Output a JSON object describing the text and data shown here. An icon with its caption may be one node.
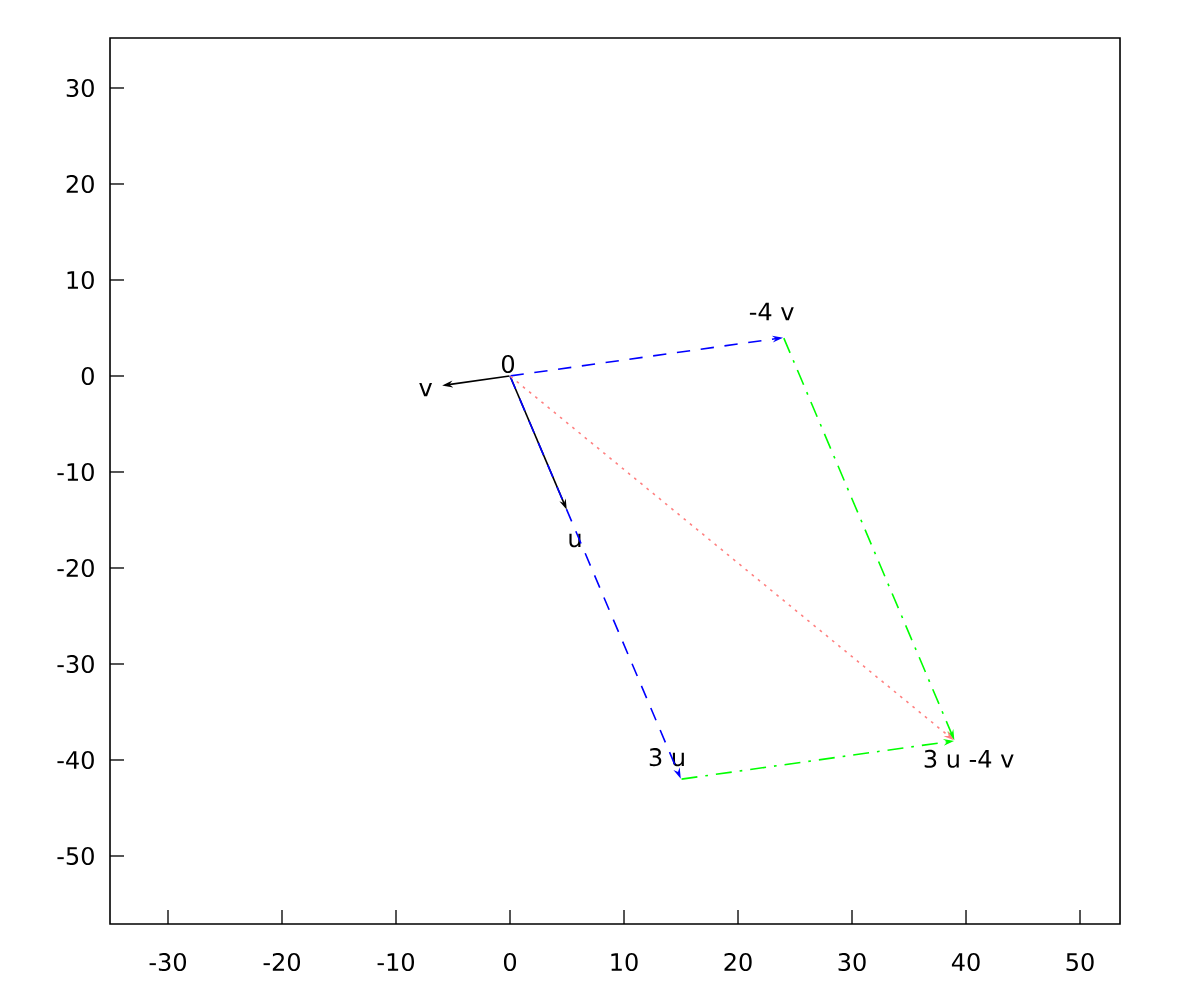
{
  "diagram": {
    "nodes": [
      {
        "text": [
          "0"
        ]
      },
      {
        "text": [
          "v"
        ]
      },
      {
        "text": [
          "u"
        ]
      },
      {
        "text": [
          "-4 v"
        ]
      },
      {
        "text": [
          "3 u"
        ]
      },
      {
        "text": [
          "3 u -4 v"
        ]
      }
    ],
    "edges": [
      {
        "from": 0,
        "to": 2,
        "arrow": "to",
        "color": "#000000"
      },
      {
        "from": 0,
        "to": 1,
        "arrow": "to",
        "color": "#000000"
      },
      {
        "from": 0,
        "to": 3,
        "arrow": "to",
        "style": "dashed",
        "color": "#0000ff"
      },
      {
        "from": 0,
        "to": 4,
        "arrow": "to",
        "style": "dashed",
        "color": "#0000ff"
      },
      {
        "from": 3,
        "to": 5,
        "arrow": "to",
        "style": "dashed",
        "color": "#00ff00"
      },
      {
        "from": 4,
        "to": 5,
        "arrow": "to",
        "style": "dashed",
        "color": "#00ff00"
      },
      {
        "from": 0,
        "to": 5,
        "arrow": "to",
        "style": "dashed",
        "color": "#ff8080"
      }
    ],
    "labels": [
      "30",
      "20",
      "10",
      "0",
      "-10",
      "-20",
      "-30",
      "-40",
      "-50",
      "-30",
      "-20",
      "-10",
      "0",
      "10",
      "20",
      "30",
      "40",
      "50"
    ]
  }
}
